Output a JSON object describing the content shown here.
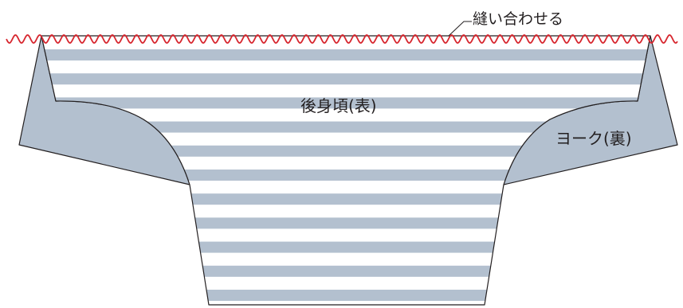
{
  "labels": {
    "stitch_annotation": "縫い合わせる",
    "back_body_front_side": "後身頃(表)",
    "yoke_reverse_side": "ヨーク(裏)"
  },
  "colors": {
    "stripe": "#b3c0cf",
    "body_white": "#ffffff",
    "yoke_fill": "#b3c0cf",
    "outline": "#231f20",
    "stitch_line": "#d7262e"
  }
}
